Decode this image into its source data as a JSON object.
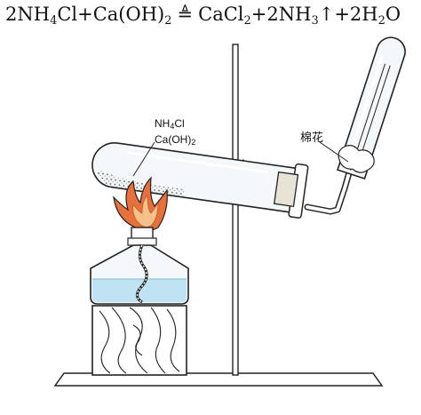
{
  "equation": {
    "prefix": "2NH",
    "sub1": "4",
    "part2": "Cl+Ca(OH)",
    "sub2": "2",
    "condition_symbol": "≜",
    "part3": "CaCl",
    "sub3": "2",
    "part4": "+2NH",
    "sub4": "3",
    "gas_arrow": "↑",
    "part5": "+2H",
    "sub5": "2",
    "part6": "O"
  },
  "labels": {
    "reagent_line1_a": "NH",
    "reagent_line1_sub": "4",
    "reagent_line1_b": "Cl",
    "reagent_line2_a": "Ca(OH)",
    "reagent_line2_sub": "2",
    "cotton": "棉花"
  },
  "colors": {
    "flame_outer": "#e8703a",
    "flame_inner": "#f6c08a",
    "water": "#bfe3f2",
    "glass": "#f4f8fa",
    "line": "#222222"
  }
}
